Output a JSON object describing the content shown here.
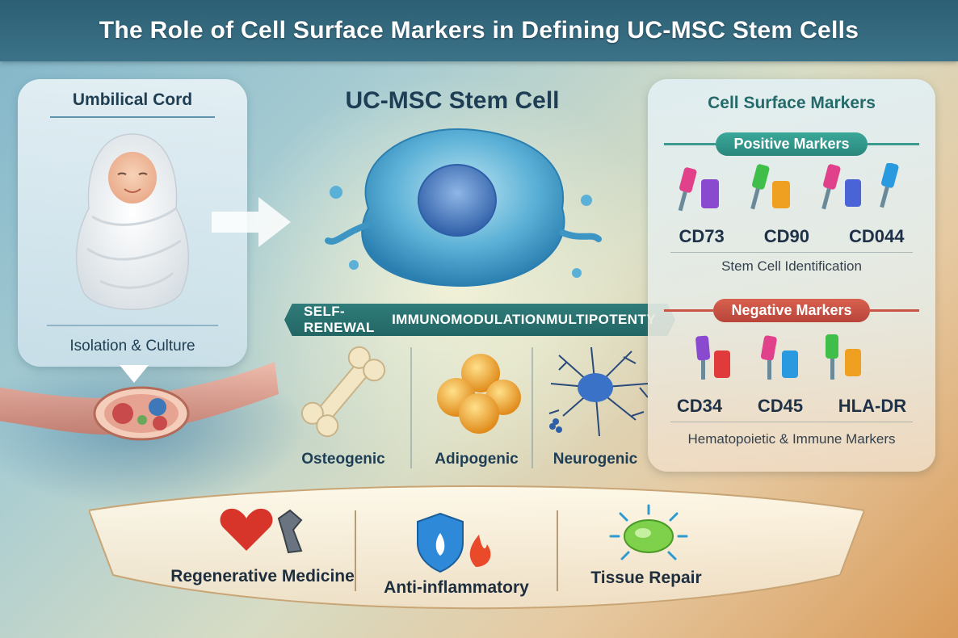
{
  "title": "The Role of Cell Surface Markers in Defining UC-MSC Stem Cells",
  "source": {
    "title": "Umbilical Cord",
    "subtitle": "Isolation & Culture"
  },
  "stem_cell": {
    "title": "UC-MSC Stem Cell",
    "properties": [
      "SELF-RENEWAL",
      "IMMUNOMODULATION",
      "MULTIPOTENTY"
    ],
    "differentiation": [
      {
        "label": "Osteogenic",
        "icon": "bone-icon"
      },
      {
        "label": "Adipogenic",
        "icon": "fat-cells-icon"
      },
      {
        "label": "Neurogenic",
        "icon": "neuron-icon"
      }
    ]
  },
  "markers": {
    "title": "Cell Surface Markers",
    "positive": {
      "label": "Positive Markers",
      "items": [
        "CD73",
        "CD90",
        "CD044"
      ],
      "caption": "Stem Cell Identification",
      "color": "#2a877c"
    },
    "negative": {
      "label": "Negative Markers",
      "items": [
        "CD34",
        "CD45",
        "HLA-DR"
      ],
      "caption": "Hematopoietic & Immune Markers",
      "color": "#b8443a"
    }
  },
  "applications": [
    {
      "label": "Regenerative Medicine",
      "icon": "heart-and-joint-icon"
    },
    {
      "label": "Anti-inflammatory",
      "icon": "shield-flame-icon"
    },
    {
      "label": "Tissue Repair",
      "icon": "repair-cell-icon"
    }
  ]
}
